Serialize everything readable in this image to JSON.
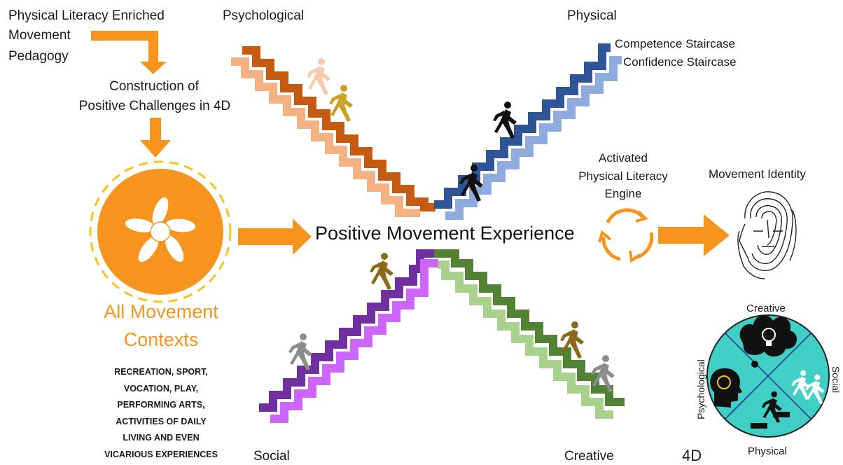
{
  "pedagogy": {
    "title_lines": [
      "Physical Literacy Enriched",
      "Movement",
      "Pedagogy"
    ],
    "construction_lines": [
      "Construction of",
      "Positive Challenges in 4D"
    ]
  },
  "contexts": {
    "title_lines": [
      "All Movement",
      "Contexts"
    ],
    "list_lines": [
      "RECREATION, SPORT,",
      "VOCATION, PLAY,",
      "PERFORMING ARTS,",
      "ACTIVITIES OF DAILY",
      "LIVING AND EVEN",
      "VICARIOUS EXPERIENCES"
    ],
    "icon": "hands-together-icon"
  },
  "dimensions": {
    "psychological": "Psychological",
    "physical": "Physical",
    "social": "Social",
    "creative": "Creative"
  },
  "staircases": {
    "competence": "Competence Staircase",
    "confidence": "Confidence Staircase"
  },
  "center": {
    "label": "Positive Movement Experience"
  },
  "engine": {
    "lines": [
      "Activated",
      "Physical Literacy",
      "Engine"
    ],
    "icon": "cycle-arrows-icon"
  },
  "identity": {
    "label": "Movement Identity",
    "icon": "fingerprint-face-icon"
  },
  "four_d": {
    "label": "4D",
    "creative": "Creative",
    "psychological": "Psychological",
    "social": "Social",
    "physical": "Physical"
  },
  "colors": {
    "orange": "#f7941d",
    "psych_dark": "#c55a11",
    "psych_light": "#f4b183",
    "phys_dark": "#2f5597",
    "phys_light": "#8faadc",
    "social_dark": "#7030a0",
    "social_light": "#cc66ff",
    "creative_dark": "#548235",
    "creative_light": "#a9d18e",
    "teal": "#3fcfc4"
  }
}
